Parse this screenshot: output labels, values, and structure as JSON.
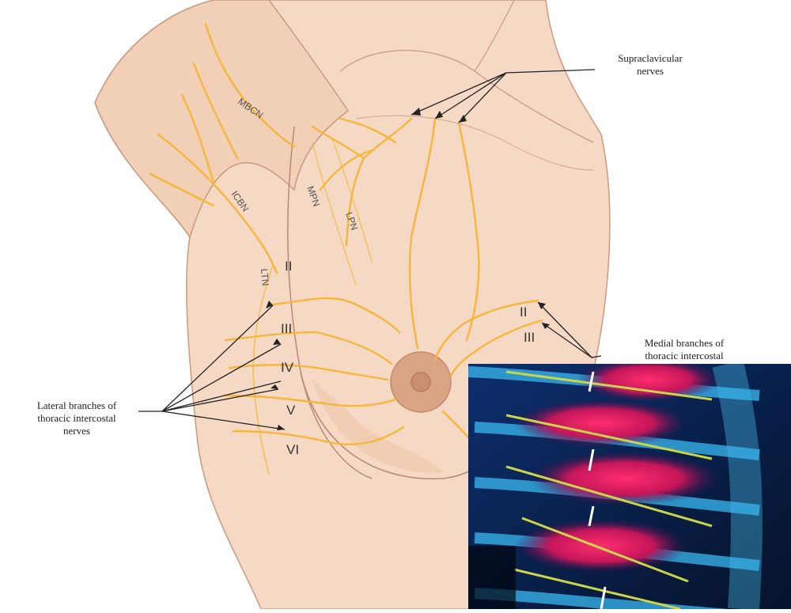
{
  "labels": {
    "supraclavicular": "Supraclavicular\nnerves",
    "lateral": "Lateral branches of\nthoracic intercostal\nnerves",
    "medial": "Medial branches of\nthoracic intercostal"
  },
  "nerve_abbrev": {
    "mbcn": "MBCN",
    "icbn": "ICBN",
    "mpn": "MPN",
    "lpn": "LPN",
    "ltn": "LTN"
  },
  "roman_left": [
    "II",
    "III",
    "IV",
    "V",
    "VI"
  ],
  "roman_right": [
    "II",
    "III"
  ],
  "colors": {
    "skin": "#f6d9c4",
    "skin_shadow": "#e9bfa3",
    "outline": "#b98a72",
    "nerve": "#f5b73b",
    "areola": "#d9a484",
    "xray_bg": "#0a1a3a",
    "xray_rib": "#39b8f0",
    "xray_hot": "#e8236b",
    "xray_line": "#c9d44a"
  }
}
